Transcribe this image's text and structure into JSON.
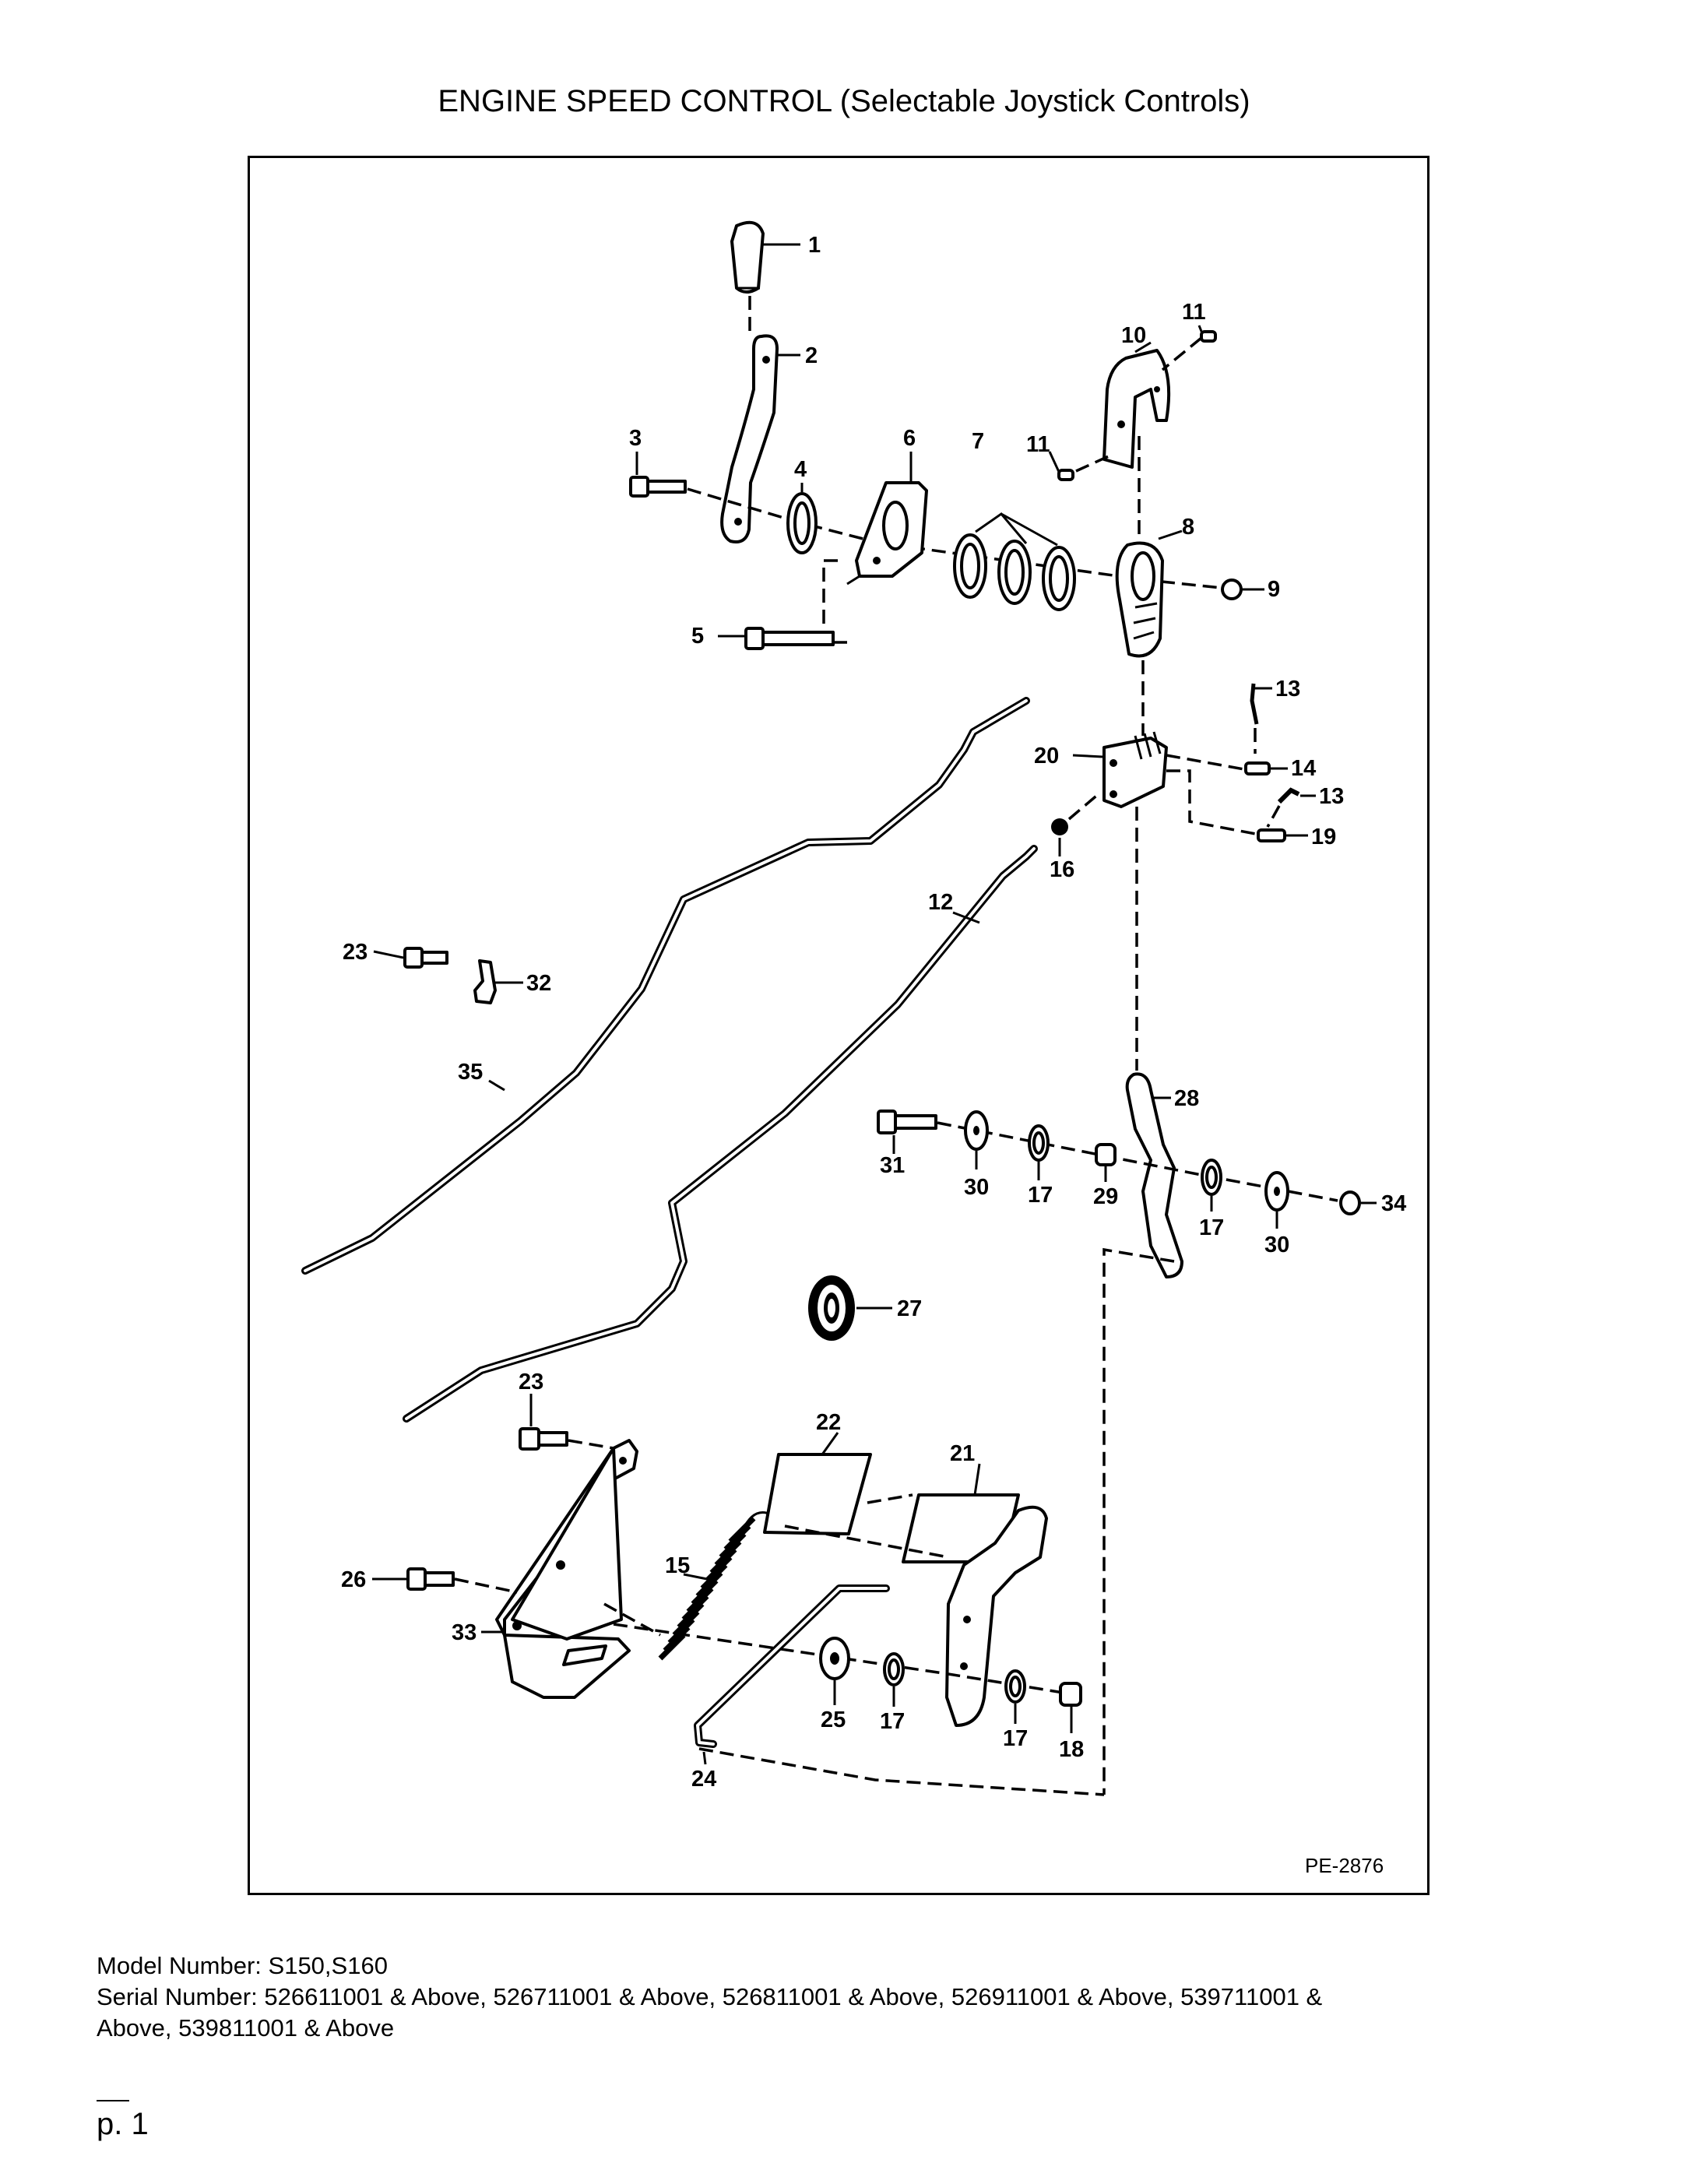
{
  "title": "ENGINE SPEED CONTROL (Selectable Joystick Controls)",
  "diagram": {
    "code": "PE-2876",
    "callouts": [
      "1",
      "2",
      "3",
      "4",
      "5",
      "6",
      "7",
      "8",
      "9",
      "10",
      "11",
      "11",
      "12",
      "13",
      "13",
      "14",
      "15",
      "16",
      "17",
      "17",
      "17",
      "17",
      "18",
      "19",
      "20",
      "21",
      "22",
      "23",
      "23",
      "24",
      "25",
      "26",
      "27",
      "28",
      "29",
      "30",
      "30",
      "31",
      "32",
      "33",
      "34",
      "35"
    ]
  },
  "footer": {
    "model": "Model Number: S150,S160",
    "serial_line1": "Serial Number: 526611001 & Above, 526711001 & Above, 526811001 & Above, 526911001 & Above, 539711001 &",
    "serial_line2": "Above, 539811001 & Above"
  },
  "page_number": "p. 1"
}
